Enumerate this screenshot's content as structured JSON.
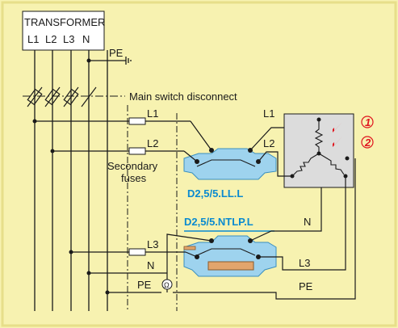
{
  "transformer": {
    "title": "TRANSFORMER",
    "phases": [
      "L1",
      "L2",
      "L3",
      "N"
    ]
  },
  "labels": {
    "pe_top": "PE",
    "main_switch": "Main switch disconnect",
    "l1_left": "L1",
    "l2_left": "L2",
    "l3_left": "L3",
    "n_left": "N",
    "pe_left": "PE",
    "l1_right": "L1",
    "l2_right": "L2",
    "n_right": "N",
    "l3_right": "L3",
    "pe_right": "PE",
    "secondary_fuses_line1": "Secondary",
    "secondary_fuses_line2": "fuses",
    "ohm_symbol": "Ω"
  },
  "terminals": {
    "upper_part": "D2,5/5.LL.L",
    "lower_part": "D2,5/5.NTLP.L"
  },
  "callouts": {
    "one": "1",
    "two": "2"
  },
  "colors": {
    "background": "#f7f2b0",
    "terminal_blue": "#9ed3ee",
    "label_blue": "#0a8ad0",
    "callout_red": "#e0141e",
    "load_box": "#dcdcdc"
  }
}
